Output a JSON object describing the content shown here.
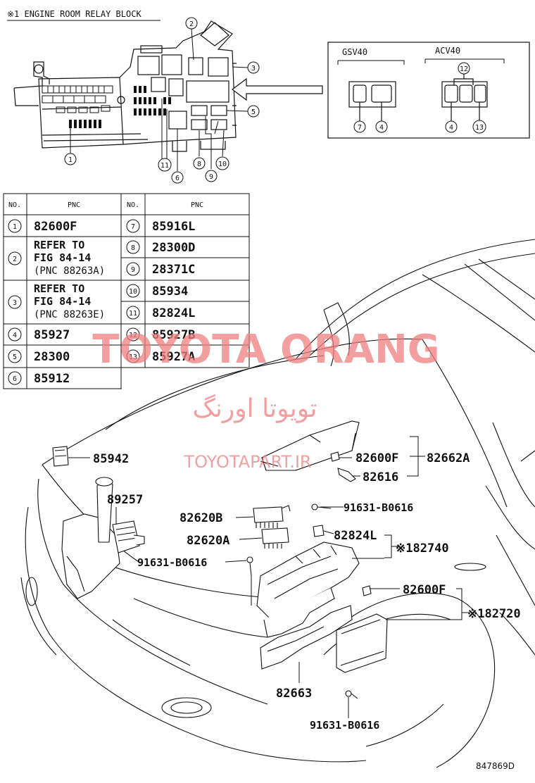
{
  "header": {
    "title": "※1 ENGINE ROOM RELAY BLOCK"
  },
  "inset": {
    "left_label": "GSV40",
    "right_label": "ACV40"
  },
  "block_callouts": [
    "1",
    "2",
    "3",
    "5",
    "11",
    "6",
    "8",
    "9",
    "10"
  ],
  "inset_callouts": [
    "7",
    "4",
    "12",
    "4",
    "13"
  ],
  "table": {
    "col_no": "NO.",
    "col_pnc": "PNC",
    "left_rows": [
      {
        "no": "1",
        "lines": [
          "82600F"
        ]
      },
      {
        "no": "2",
        "lines": [
          "REFER TO",
          "FIG 84-14",
          "(PNC 88263A)"
        ]
      },
      {
        "no": "3",
        "lines": [
          "REFER TO",
          "FIG 84-14",
          "(PNC 88263E)"
        ]
      },
      {
        "no": "4",
        "lines": [
          "85927"
        ]
      },
      {
        "no": "5",
        "lines": [
          "28300"
        ]
      },
      {
        "no": "6",
        "lines": [
          "85912"
        ]
      }
    ],
    "right_rows": [
      {
        "no": "7",
        "pnc": "85916L"
      },
      {
        "no": "8",
        "pnc": "28300D"
      },
      {
        "no": "9",
        "pnc": "28371C"
      },
      {
        "no": "10",
        "pnc": "85934"
      },
      {
        "no": "11",
        "pnc": "82824L"
      },
      {
        "no": "12",
        "pnc": "85927B"
      },
      {
        "no": "13",
        "pnc": "85927A"
      }
    ]
  },
  "parts": {
    "p85942": "85942",
    "p89257": "89257",
    "p82620B": "82620B",
    "p82620A": "82620A",
    "p91631_a": "91631-B0616",
    "p91631_b": "91631-B0616",
    "p91631_c": "91631-B0616",
    "p82600F_a": "82600F",
    "p82662A": "82662A",
    "p82616": "82616",
    "p82824L": "82824L",
    "p82740": "※182740",
    "p82600F_b": "82600F",
    "p82720": "※182720",
    "p82663": "82663"
  },
  "watermarks": {
    "brand": "TOYOTA ORANG",
    "persian": "تویوتا اورنگ",
    "site": "TOYOTAPART.IR",
    "color": "#f08080"
  },
  "figure_code": "847869D"
}
